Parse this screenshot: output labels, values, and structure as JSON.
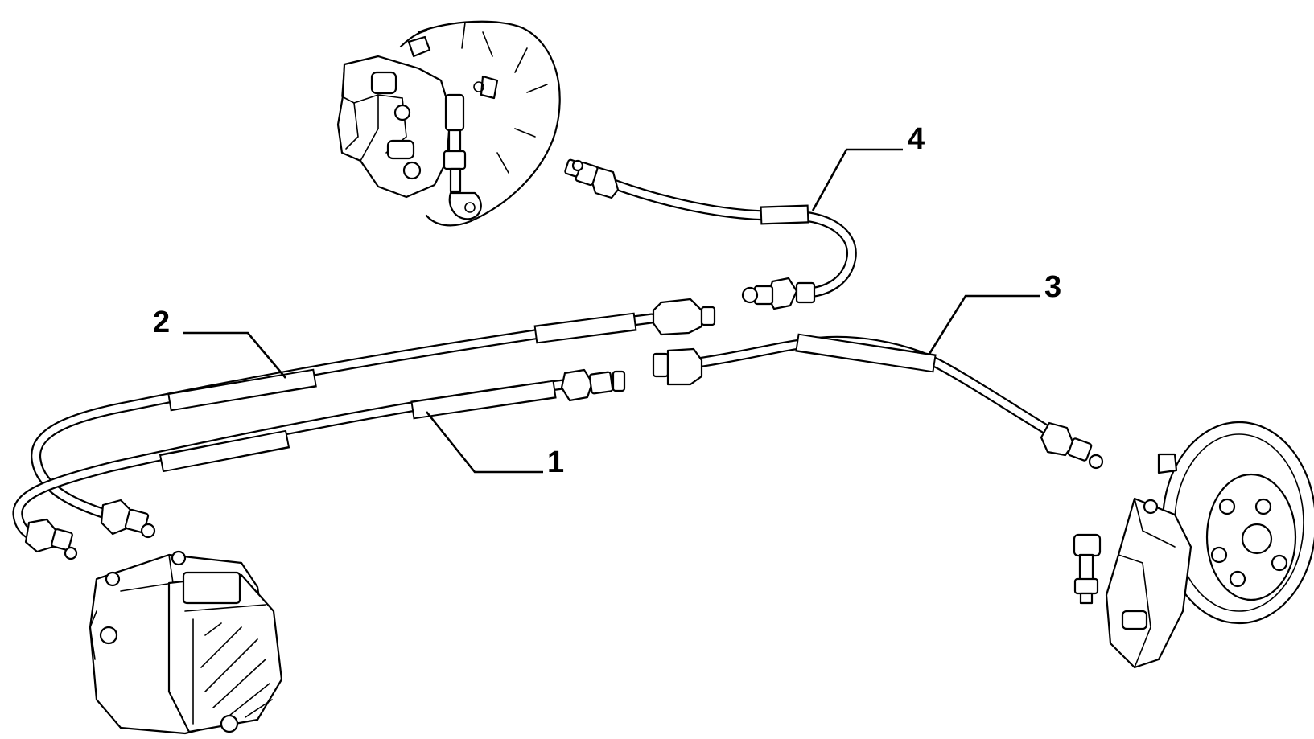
{
  "diagram": {
    "callouts": [
      {
        "id": "1",
        "label": "1"
      },
      {
        "id": "2",
        "label": "2"
      },
      {
        "id": "3",
        "label": "3"
      },
      {
        "id": "4",
        "label": "4"
      }
    ],
    "parts": [
      {
        "ref": "1",
        "icon": "brake-pipe-icon"
      },
      {
        "ref": "2",
        "icon": "brake-pipe-icon"
      },
      {
        "ref": "3",
        "icon": "brake-pipe-icon"
      },
      {
        "ref": "4",
        "icon": "brake-pipe-icon"
      }
    ],
    "components": [
      {
        "icon": "abs-modulator-icon"
      },
      {
        "icon": "front-brake-caliper-icon"
      },
      {
        "icon": "rear-brake-disc-icon"
      }
    ]
  }
}
